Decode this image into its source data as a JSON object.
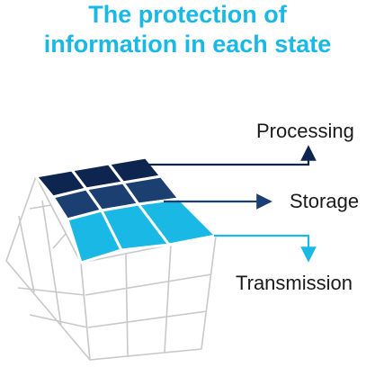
{
  "title": {
    "line1": "The protection of",
    "line2": "information in each state"
  },
  "labels": {
    "processing": "Processing",
    "storage": "Storage",
    "transmission": "Transmission"
  },
  "colors": {
    "title": "#1ab8e5",
    "processing_row": "#0e2550",
    "storage_row": "#1c3f72",
    "transmission_row": "#1ab8e5",
    "cube_edges": "#c8c8c8",
    "label_text": "#1a1a1a"
  },
  "icons": {
    "processing_arrow": "arrow-up-icon",
    "storage_arrow": "arrow-right-icon",
    "transmission_arrow": "arrow-down-icon"
  }
}
